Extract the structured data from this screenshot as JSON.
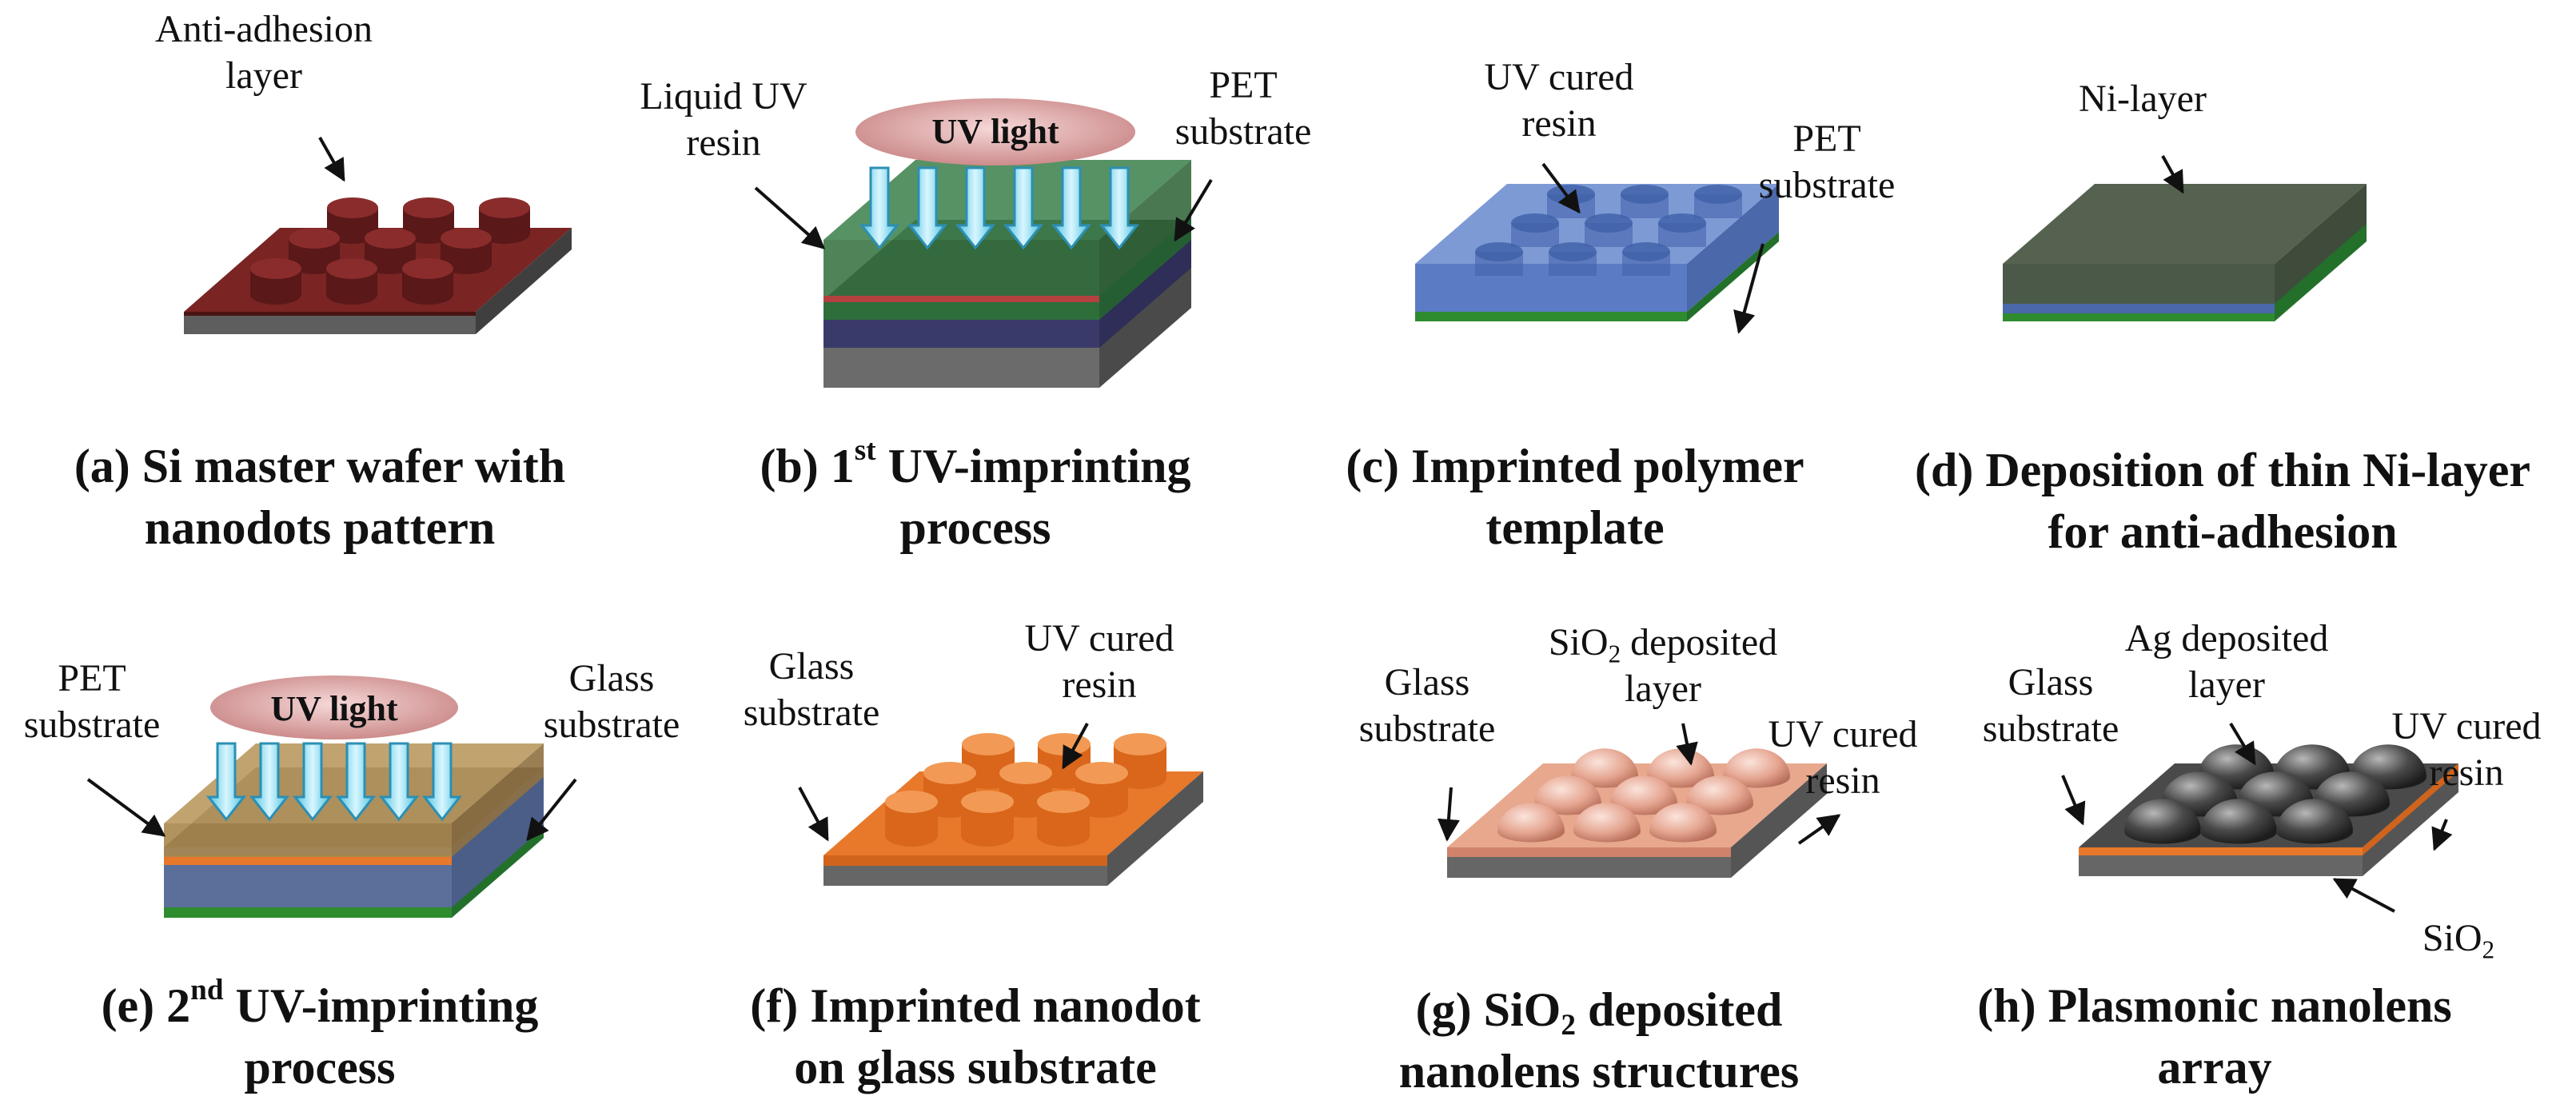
{
  "panels": {
    "a": {
      "caption": [
        "(a) Si master wafer with",
        "nanodots pattern"
      ],
      "labels": {
        "anti_adhesion": [
          "Anti-adhesion",
          "layer"
        ]
      }
    },
    "b": {
      "caption_prefix": "(b) 1",
      "caption_sup": "st",
      "caption_suffix": " UV-imprinting",
      "caption_line2": "process",
      "uv_light": "UV light",
      "labels": {
        "liquid_uv": [
          "Liquid UV",
          "resin"
        ],
        "pet": [
          "PET",
          "substrate"
        ]
      }
    },
    "c": {
      "caption": [
        "(c) Imprinted polymer",
        "template"
      ],
      "labels": {
        "uv_cured": [
          "UV cured",
          "resin"
        ],
        "pet": [
          "PET",
          "substrate"
        ]
      }
    },
    "d": {
      "caption": [
        "(d) Deposition of thin Ni-layer",
        "for anti-adhesion"
      ],
      "labels": {
        "ni_layer": "Ni-layer"
      }
    },
    "e": {
      "caption_prefix": "(e) 2",
      "caption_sup": "nd",
      "caption_suffix": " UV-imprinting",
      "caption_line2": "process",
      "uv_light": "UV light",
      "labels": {
        "pet": [
          "PET",
          "substrate"
        ],
        "glass": [
          "Glass",
          "substrate"
        ]
      }
    },
    "f": {
      "caption": [
        "(f) Imprinted nanodot",
        "on glass substrate"
      ],
      "labels": {
        "glass": [
          "Glass",
          "substrate"
        ],
        "uv_cured": [
          "UV cured",
          "resin"
        ]
      }
    },
    "g": {
      "caption_prefix": "(g) SiO",
      "caption_sub": "2",
      "caption_suffix": " deposited",
      "caption_line2": "nanolens structures",
      "labels": {
        "glass": [
          "Glass",
          "substrate"
        ],
        "sio2_prefix": "SiO",
        "sio2_sub": "2",
        "sio2_suffix": " deposited",
        "sio2_line2": "layer",
        "uv_cured": [
          "UV cured",
          "resin"
        ]
      }
    },
    "h": {
      "caption": [
        "(h) Plasmonic nanolens",
        "array"
      ],
      "labels": {
        "glass": [
          "Glass",
          "substrate"
        ],
        "ag": [
          "Ag deposited",
          "layer"
        ],
        "uv_cured": [
          "UV cured",
          "resin"
        ],
        "sio2_prefix": "SiO",
        "sio2_sub": "2"
      }
    }
  },
  "colors": {
    "si_wafer": "#6e1f1f",
    "gray_base": "#6d6d6d",
    "green": "#2e8b2e",
    "pet_blue": "#5b7cc4",
    "resin_green": "#2f6e3a",
    "ni_layer": "#4b5a48",
    "orange": "#e8782a",
    "peach": "#e7a88e",
    "ag_gray": "#3d3d3d",
    "uv_oval": "#d9a0a0",
    "uv_arrow": "#8fe0f0"
  }
}
